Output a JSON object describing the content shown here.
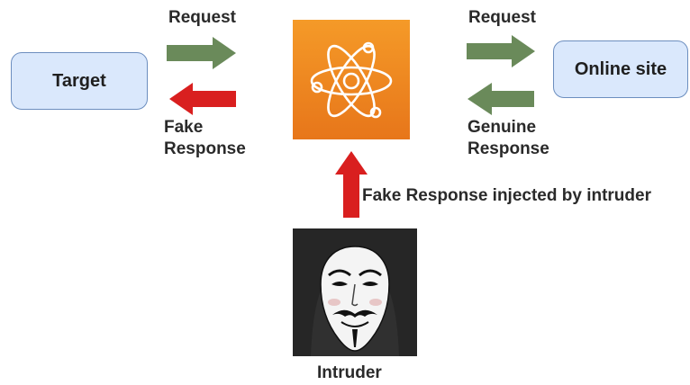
{
  "nodes": {
    "target": "Target",
    "online_site": "Online site",
    "intruder": "Intruder"
  },
  "labels": {
    "request_left": "Request",
    "request_right": "Request",
    "fake_response_line1": "Fake",
    "fake_response_line2": "Response",
    "genuine_response_line1": "Genuine",
    "genuine_response_line2": "Response",
    "injected": "Fake Response injected by intruder"
  },
  "icons": {
    "proxy": "atom-icon",
    "intruder": "guy-fawkes-mask-icon"
  },
  "colors": {
    "box_fill": "#dae8fc",
    "box_border": "#6c8ebf",
    "request_arrow": "#6a8a5a",
    "fake_arrow": "#d91f1f",
    "proxy_orange": "#ee861f",
    "intruder_bg": "#262626"
  }
}
